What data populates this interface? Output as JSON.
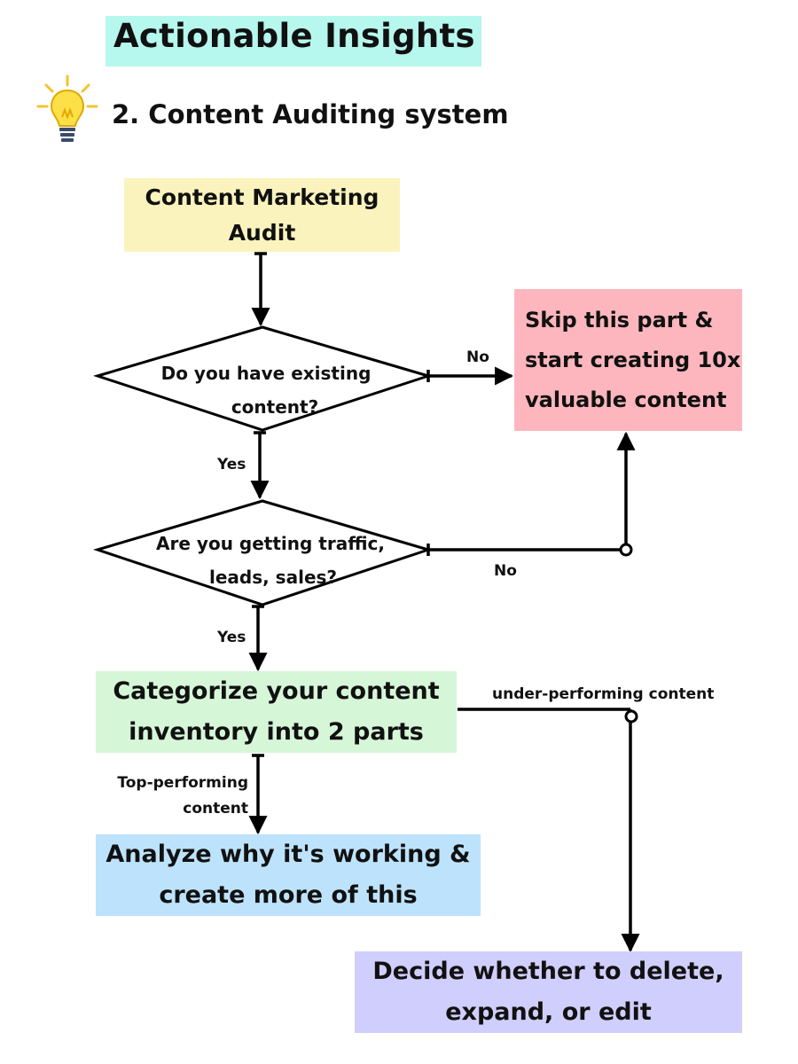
{
  "header": {
    "title": "Actionable Insights",
    "subtitle": "2. Content Auditing system",
    "icon": "lightbulb-icon"
  },
  "nodes": {
    "audit": {
      "line1": "Content Marketing",
      "line2": "Audit"
    },
    "existing_q": {
      "line1": "Do you have existing",
      "line2": "content?"
    },
    "skip": {
      "line1": "Skip this part &",
      "line2": "start creating 10x",
      "line3": "valuable content"
    },
    "traffic_q": {
      "line1": "Are you getting traffic,",
      "line2": "leads, sales?"
    },
    "categorize": {
      "line1": "Categorize your content",
      "line2": "inventory into 2 parts"
    },
    "analyze": {
      "line1": "Analyze why it's working &",
      "line2": "create more of this"
    },
    "decide": {
      "line1": "Decide whether to delete,",
      "line2": "expand, or edit"
    }
  },
  "edge_labels": {
    "no_1": "No",
    "yes_1": "Yes",
    "no_2": "No",
    "yes_2": "Yes",
    "under_performing": "under-performing content",
    "top_performing_1": "Top-performing",
    "top_performing_2": "content"
  },
  "colors": {
    "title_bg": "#b6f7ee",
    "audit_bg": "#fbf3bd",
    "skip_bg": "#fdb6bd",
    "categorize_bg": "#d6f6d8",
    "analyze_bg": "#bde3fc",
    "decide_bg": "#d0cefc",
    "line": "#000000"
  }
}
